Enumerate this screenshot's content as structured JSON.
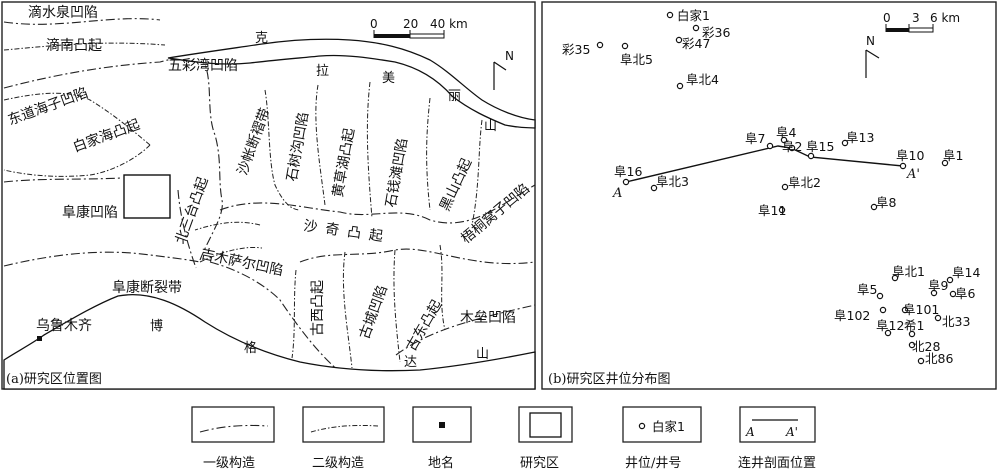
{
  "map_a": {
    "caption": "(a)研究区位置图",
    "scale": {
      "zero": "0",
      "mid": "20",
      "end": "40 km"
    },
    "north": "N",
    "units": {
      "dishuiquan": "滴水泉凹陷",
      "dinan": "滴南凸起",
      "wucaiwan": "五彩湾凹陷",
      "dongdaohaizi": "东道海子凹陷",
      "baijiahai": "白家海凸起",
      "shazhang": "沙帐断褶带",
      "shishugou": "石树沟凹陷",
      "huangcaohu": "黄草湖凸起",
      "shiqiantan": "石钱滩凹陷",
      "heishan": "黑山凸起",
      "wutongwozi": "梧桐窝子凹陷",
      "beisanhao": "北三台凸起",
      "fukang": "阜康凹陷",
      "shaqi": "沙奇凸起",
      "jimusaer": "吉木萨尔凹陷",
      "fukangduanlie": "阜康断裂带",
      "guxi": "古西凸起",
      "gucheng": "古城凹陷",
      "gudong": "古东凸起",
      "mulei": "木垒凹陷",
      "urumqi": "乌鲁木齐"
    },
    "mountains": {
      "kelameili": [
        "克",
        "拉",
        "美",
        "丽",
        "山"
      ],
      "bogeda": [
        "博",
        "格",
        "达",
        "山"
      ]
    }
  },
  "map_b": {
    "caption": "(b)研究区井位分布图",
    "scale": {
      "zero": "0",
      "mid": "3",
      "end": "6 km"
    },
    "north": "N",
    "wells": [
      {
        "id": "白家1"
      },
      {
        "id": "彩36"
      },
      {
        "id": "彩47"
      },
      {
        "id": "彩35"
      },
      {
        "id": "阜北5"
      },
      {
        "id": "阜北4"
      },
      {
        "id": "阜4"
      },
      {
        "id": "阜7"
      },
      {
        "id": "阜2"
      },
      {
        "id": "阜15"
      },
      {
        "id": "阜13"
      },
      {
        "id": "阜10"
      },
      {
        "id": "阜1"
      },
      {
        "id": "阜16"
      },
      {
        "id": "阜北3"
      },
      {
        "id": "阜北2"
      },
      {
        "id": "阜11"
      },
      {
        "id": "阜8"
      },
      {
        "id": "阜北1"
      },
      {
        "id": "阜14"
      },
      {
        "id": "阜5"
      },
      {
        "id": "阜9"
      },
      {
        "id": "阜6"
      },
      {
        "id": "阜102"
      },
      {
        "id": "阜101"
      },
      {
        "id": "阜12"
      },
      {
        "id": "希1"
      },
      {
        "id": "北33"
      },
      {
        "id": "北28"
      },
      {
        "id": "北86"
      }
    ],
    "section_start": "A",
    "section_end": "A'"
  },
  "legend": {
    "first_order": "一级构造",
    "second_order": "二级构造",
    "place": "地名",
    "study_area": "研究区",
    "well": "井位/井号",
    "section": "连井剖面位置",
    "well_example": "白家1",
    "section_a": "A",
    "section_a2": "A'"
  }
}
